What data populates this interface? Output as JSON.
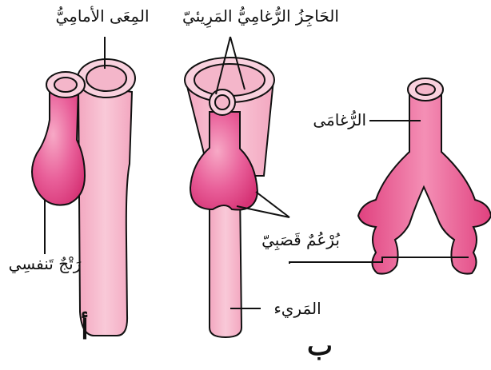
{
  "labels": {
    "foregut": "المِعَى الأمامِيُّ",
    "tracheoesophageal_septum": "الحَاجِزُ الرُّغامِيُّ المَرِيئيّ",
    "trachea": "الرُّغامَى",
    "bronchial_buds": "بُرْعُمٌ قَصَبِيّ",
    "lung_bud": "رَتْجٌ تَنفسِي",
    "esophagus": "المَريء"
  },
  "panels": {
    "a": "أ",
    "b": "ب"
  },
  "colors": {
    "tissue_light": "#f6b8cc",
    "tissue_mid": "#ee88ab",
    "tissue_deep": "#e0417f",
    "outline": "#111111"
  }
}
